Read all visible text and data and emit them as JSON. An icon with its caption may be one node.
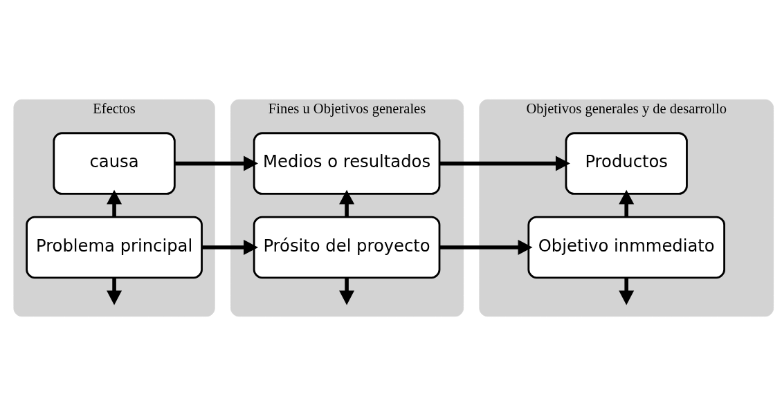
{
  "diagram": {
    "nodes": [
      {
        "text": [
          "Efectos"
        ]
      },
      {
        "text": [
          "Problema principal"
        ],
        "in": 0
      },
      {
        "text": [
          "causa"
        ],
        "in": 0
      },
      {
        "text": [
          "Fines u Objetivos generales"
        ]
      },
      {
        "text": [
          "Prósito del proyecto"
        ],
        "in": 3
      },
      {
        "text": [
          "Medios o resultados"
        ],
        "in": 3
      },
      {
        "text": [
          "Objetivos generales y de desarrollo"
        ]
      },
      {
        "text": [
          "Objetivo inmmediato"
        ],
        "in": 6
      },
      {
        "text": [
          "Productos"
        ],
        "in": 6
      }
    ],
    "edges": [
      {
        "from": 1,
        "to": null,
        "arrow": "to"
      },
      {
        "from": 4,
        "to": null,
        "arrow": "to"
      },
      {
        "from": 7,
        "to": null,
        "arrow": "to"
      },
      {
        "from": 1,
        "to": 2,
        "arrow": "to"
      },
      {
        "from": 1,
        "to": 4,
        "arrow": "to"
      },
      {
        "from": 2,
        "to": 5,
        "arrow": "to"
      },
      {
        "from": 4,
        "to": 5,
        "arrow": "to"
      },
      {
        "from": 4,
        "to": 7,
        "arrow": "to"
      },
      {
        "from": 5,
        "to": 8,
        "arrow": "to"
      },
      {
        "from": 7,
        "to": 8,
        "arrow": "to"
      }
    ]
  }
}
